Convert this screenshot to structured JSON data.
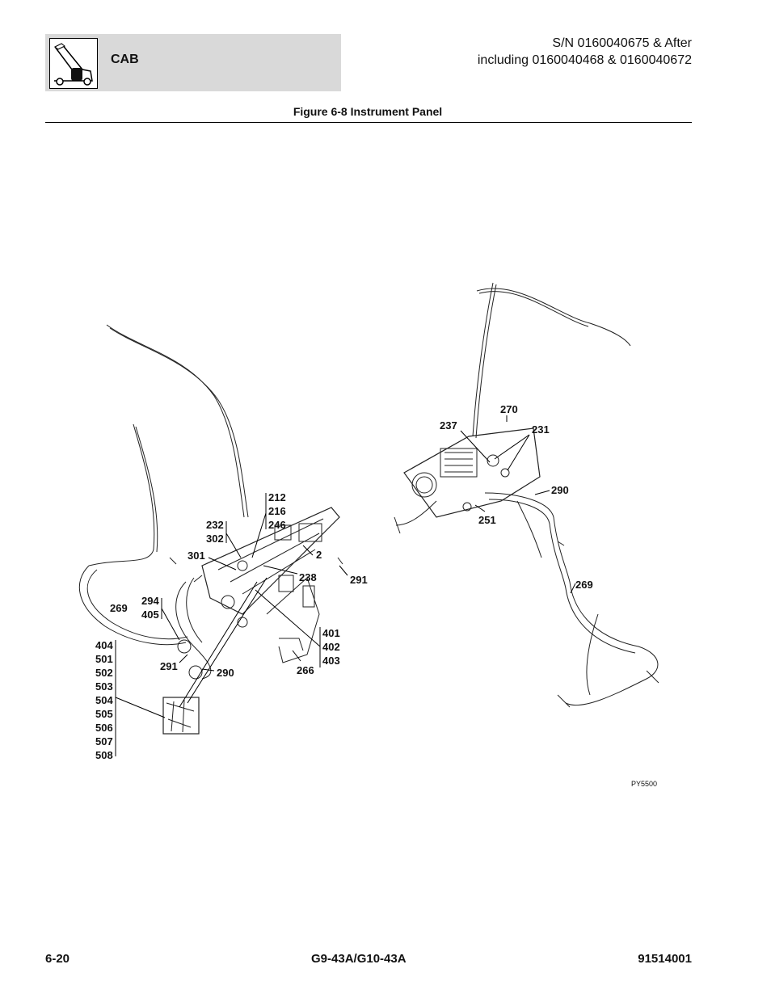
{
  "header": {
    "section": "CAB",
    "serial_line1": "S/N 0160040675 & After",
    "serial_line2": "including 0160040468 & 0160040672",
    "icon": "telehandler-machine-icon"
  },
  "figure": {
    "title": "Figure 6-8 Instrument Panel",
    "code": "PY5500"
  },
  "callouts": {
    "c212": "212",
    "c216": "216",
    "c246": "246",
    "c232": "232",
    "c302": "302",
    "c301": "301",
    "c2": "2",
    "c238": "238",
    "c291a": "291",
    "c269a": "269",
    "c294": "294",
    "c405": "405",
    "c291b": "291",
    "c290a": "290",
    "c266": "266",
    "c401": "401",
    "c402": "402",
    "c403": "403",
    "stack_left": [
      "404",
      "501",
      "502",
      "503",
      "504",
      "505",
      "506",
      "507",
      "508"
    ],
    "c270": "270",
    "c237": "237",
    "c231": "231",
    "c290b": "290",
    "c251": "251",
    "c269b": "269"
  },
  "footer": {
    "page": "6-20",
    "model": "G9-43A/G10-43A",
    "part_no": "91514001"
  }
}
